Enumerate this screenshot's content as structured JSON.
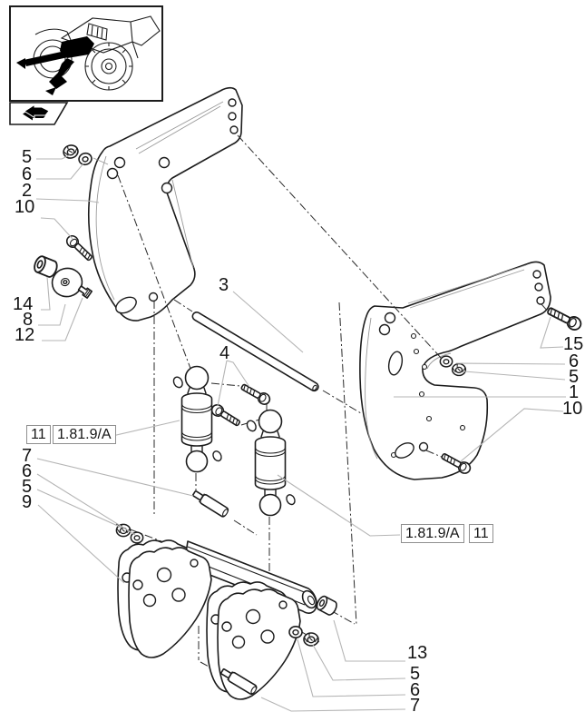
{
  "page": {
    "background": "#ffffff",
    "line_color": "#1c1c1c",
    "leader_color": "#b5b5b5",
    "box_border_color": "#8f8f8f"
  },
  "thumbnail": {
    "icon": "tractor-front-hitch-thumbnail"
  },
  "nav": {
    "icon": "back-arrow-icon"
  },
  "callouts": {
    "upper_left": [
      "5",
      "6",
      "2",
      "10"
    ],
    "mid_left": [
      "14",
      "8",
      "12"
    ],
    "center": [
      "3",
      "4"
    ],
    "right_column": [
      "15",
      "6",
      "5",
      "1",
      "10"
    ],
    "lower_left": [
      "7",
      "6",
      "5",
      "9"
    ],
    "lower_right": [
      "13",
      "5",
      "6",
      "7"
    ]
  },
  "reference_labels": {
    "left": {
      "part_number": "11",
      "section_ref": "1.81.9/A"
    },
    "right": {
      "section_ref": "1.81.9/A",
      "part_number": "11"
    }
  }
}
